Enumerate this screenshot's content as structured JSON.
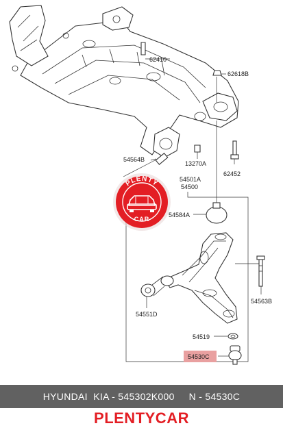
{
  "diagram": {
    "labels": {
      "subframe": "62410",
      "bolt_top": "62618B",
      "bushing_left": "54564B",
      "nut_mid": "13270A",
      "bolt_right": "62452",
      "arm_assy_1": "54501A",
      "arm_assy_2": "54500",
      "bushing_g": "54584A",
      "bolt_long": "54563B",
      "bushing_d": "54551D",
      "washer": "54519",
      "ball_joint": "54530C"
    },
    "highlighted_part": "54530C",
    "highlight_color": "#e9a0a0"
  },
  "watermark": {
    "top_text": "PLENTY",
    "bottom_text": "CAR",
    "color": "#e31e24"
  },
  "caption": {
    "text": "HYUNDAI  KIA - 545302K000     N - 54530C"
  },
  "brand": {
    "text": "PLENTYCAR",
    "color": "#e31e24"
  }
}
